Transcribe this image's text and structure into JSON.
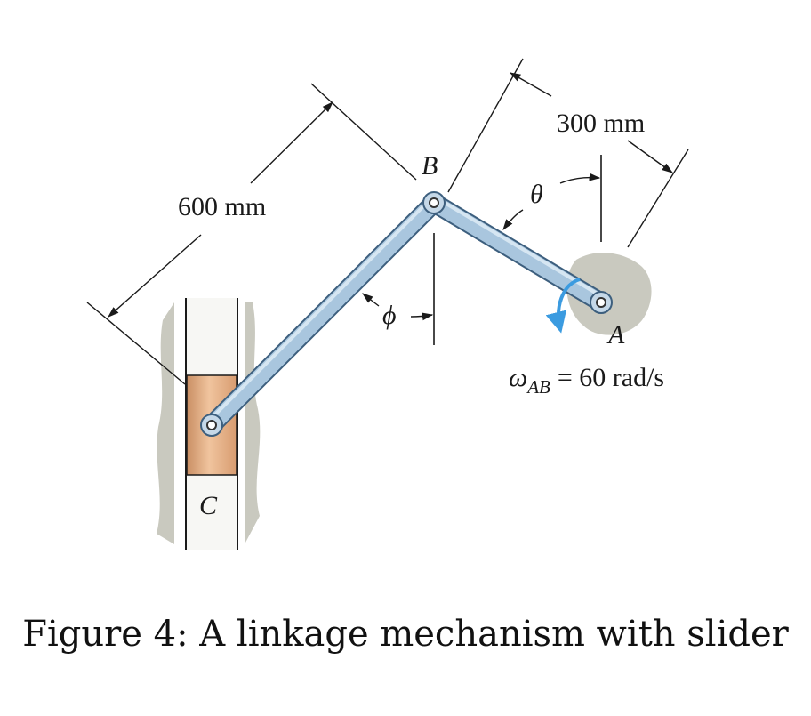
{
  "figure": {
    "caption": "Figure 4: A linkage mechanism with slider",
    "dim_long": "600 mm",
    "dim_short": "300 mm",
    "point_a": "A",
    "point_b": "B",
    "point_c": "C",
    "angle_theta": "θ",
    "angle_phi": "ϕ",
    "omega_symbol": "ω",
    "omega_subscript": "AB",
    "omega_value": "= 60 rad/s",
    "colors": {
      "link_fill": "#a9c6de",
      "link_stroke": "#3d5f7e",
      "slider_fill": "#e6b48c",
      "ground_fill": "#c9c9bf",
      "rotation_arrow": "#3b9be0",
      "line": "#1a1a1a"
    }
  }
}
